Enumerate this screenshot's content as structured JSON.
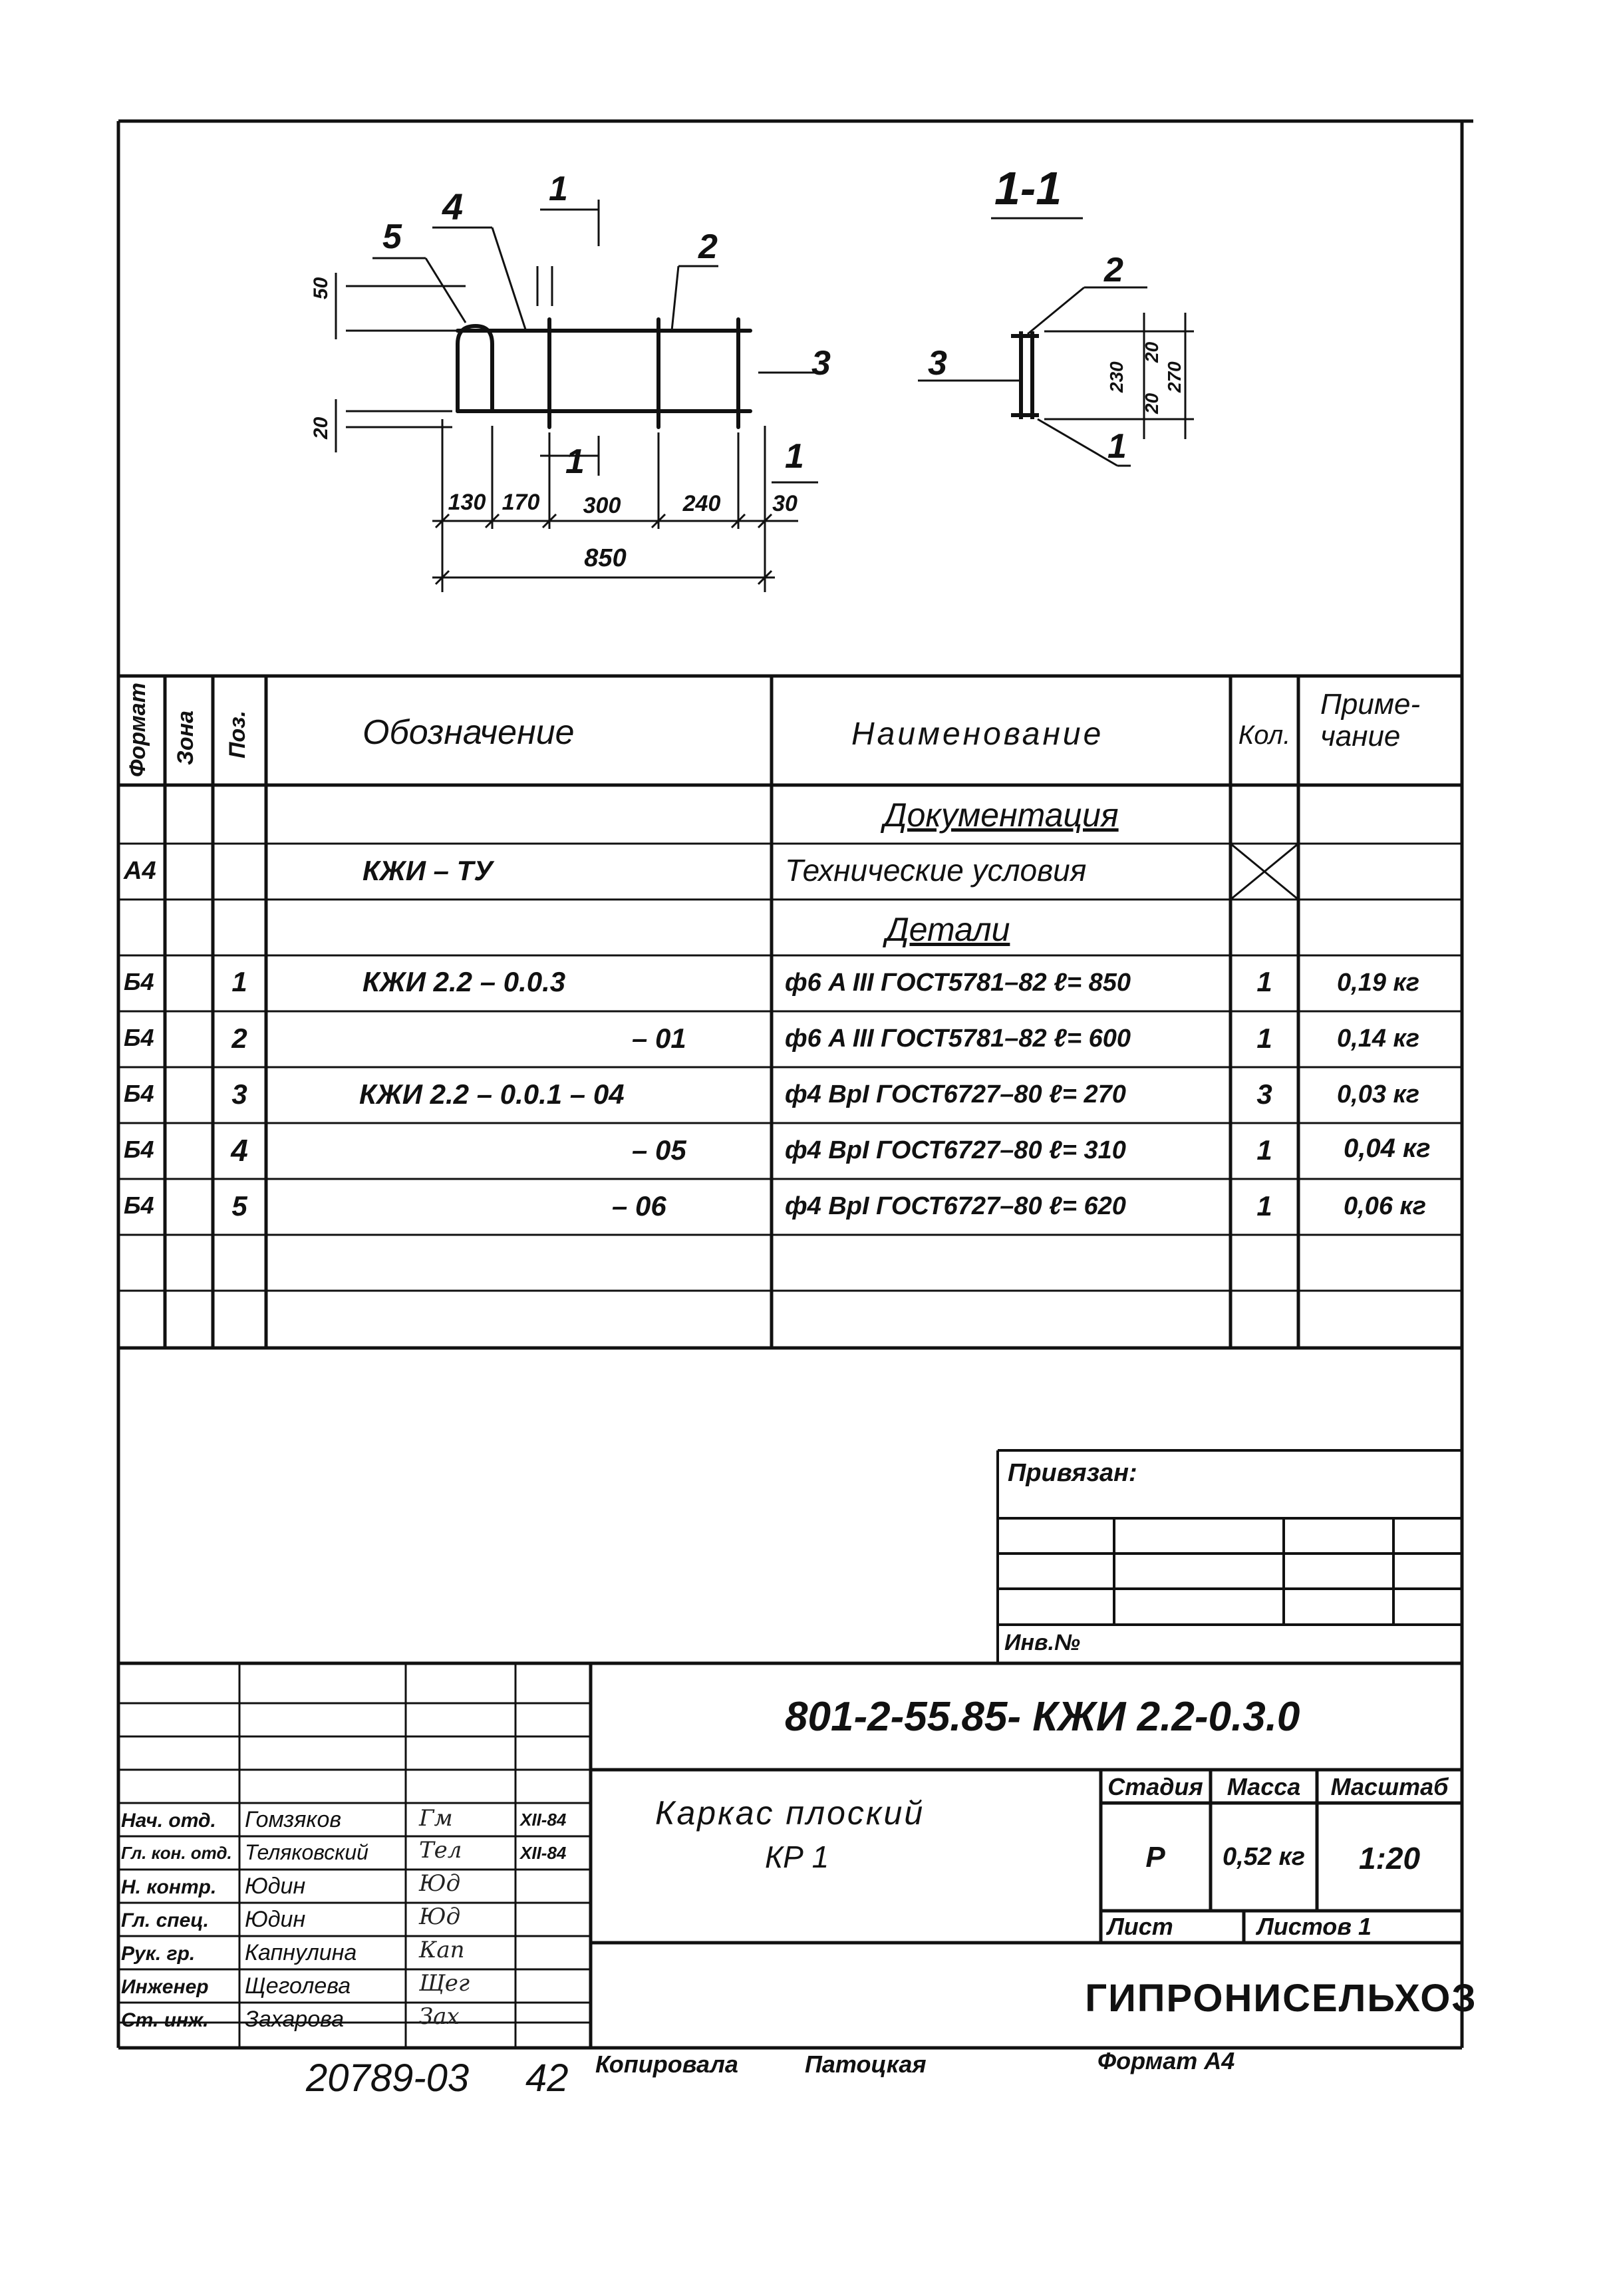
{
  "drawing": {
    "elevation_labels": {
      "pos4": "4",
      "pos5": "5",
      "pos2": "2",
      "pos3": "3",
      "pos1": "1",
      "cut_top": "1",
      "cut_bottom": "1"
    },
    "elevation_dims": {
      "d50": "50",
      "d20": "20",
      "d130": "130",
      "d170": "170",
      "d300": "300",
      "d240": "240",
      "d30": "30",
      "d850": "850"
    },
    "section": {
      "title": "1-1",
      "pos2": "2",
      "pos3": "3",
      "pos1": "1",
      "d230": "230",
      "d20a": "20",
      "d20b": "20",
      "d270": "270"
    }
  },
  "spec": {
    "headers": {
      "format": "Формат",
      "zone": "Зона",
      "pos": "Поз.",
      "designation": "Обозначение",
      "name": "Наименование",
      "qty": "Кол.",
      "note": "Приме-\nчание"
    },
    "section_docs": "Документация",
    "section_parts": "Детали",
    "doc_row": {
      "format": "А4",
      "designation": "КЖИ – ТУ",
      "name": "Технические условия"
    },
    "rows": [
      {
        "format": "Б4",
        "pos": "1",
        "designation": "КЖИ 2.2 – 0.0.3",
        "name": "ф6 A III ГОСТ5781–82  ℓ= 850",
        "qty": "1",
        "note": "0,19 кг"
      },
      {
        "format": "Б4",
        "pos": "2",
        "designation": "– 01",
        "name": "ф6 A III ГОСТ5781–82  ℓ= 600",
        "qty": "1",
        "note": "0,14 кг"
      },
      {
        "format": "Б4",
        "pos": "3",
        "designation": "КЖИ 2.2 – 0.0.1 – 04",
        "name": "ф4 ВрI ГОСТ6727–80  ℓ= 270",
        "qty": "3",
        "note": "0,03 кг"
      },
      {
        "format": "Б4",
        "pos": "4",
        "designation": "– 05",
        "name": "ф4 ВрI ГОСТ6727–80  ℓ= 310",
        "qty": "1",
        "note": "0,04 кг"
      },
      {
        "format": "Б4",
        "pos": "5",
        "designation": "– 06",
        "name": "ф4 ВрI ГОСТ6727–80  ℓ= 620",
        "qty": "1",
        "note": "0,06 кг"
      }
    ]
  },
  "stamp": {
    "privyazan": "Привязан:",
    "inv": "Инв.№",
    "doc_code": "801-2-55.85- КЖИ 2.2-0.3.0",
    "title_line1": "Каркас плоский",
    "title_line2": "КР 1",
    "stage_label": "Стадия",
    "mass_label": "Масса",
    "scale_label": "Масштаб",
    "stage": "Р",
    "mass": "0,52 кг",
    "scale": "1:20",
    "sheet_label": "Лист",
    "sheets_label": "Листов 1",
    "org": "ГИПРОНИСЕЛЬХОЗ",
    "people": [
      {
        "role": "Нач. отд.",
        "name": "Гомзяков",
        "sign": "Гм",
        "date": "XII-84"
      },
      {
        "role": "Гл. кон. отд.",
        "name": "Теляковский",
        "sign": "Тел",
        "date": "XII-84"
      },
      {
        "role": "Н. контр.",
        "name": "Юдин",
        "sign": "Юд",
        "date": ""
      },
      {
        "role": "Гл. спец.",
        "name": "Юдин",
        "sign": "Юд",
        "date": ""
      },
      {
        "role": "Рук. гр.",
        "name": "Капнулина",
        "sign": "Кап",
        "date": ""
      },
      {
        "role": "Инженер",
        "name": "Щеголева",
        "sign": "Щег",
        "date": ""
      },
      {
        "role": "Ст. инж.",
        "name": "Захарова",
        "sign": "Зах",
        "date": ""
      }
    ]
  },
  "footer": {
    "number": "20789-03",
    "page": "42",
    "copied": "Копировала",
    "copier": "Патоцкая",
    "format": "Формат А4"
  }
}
